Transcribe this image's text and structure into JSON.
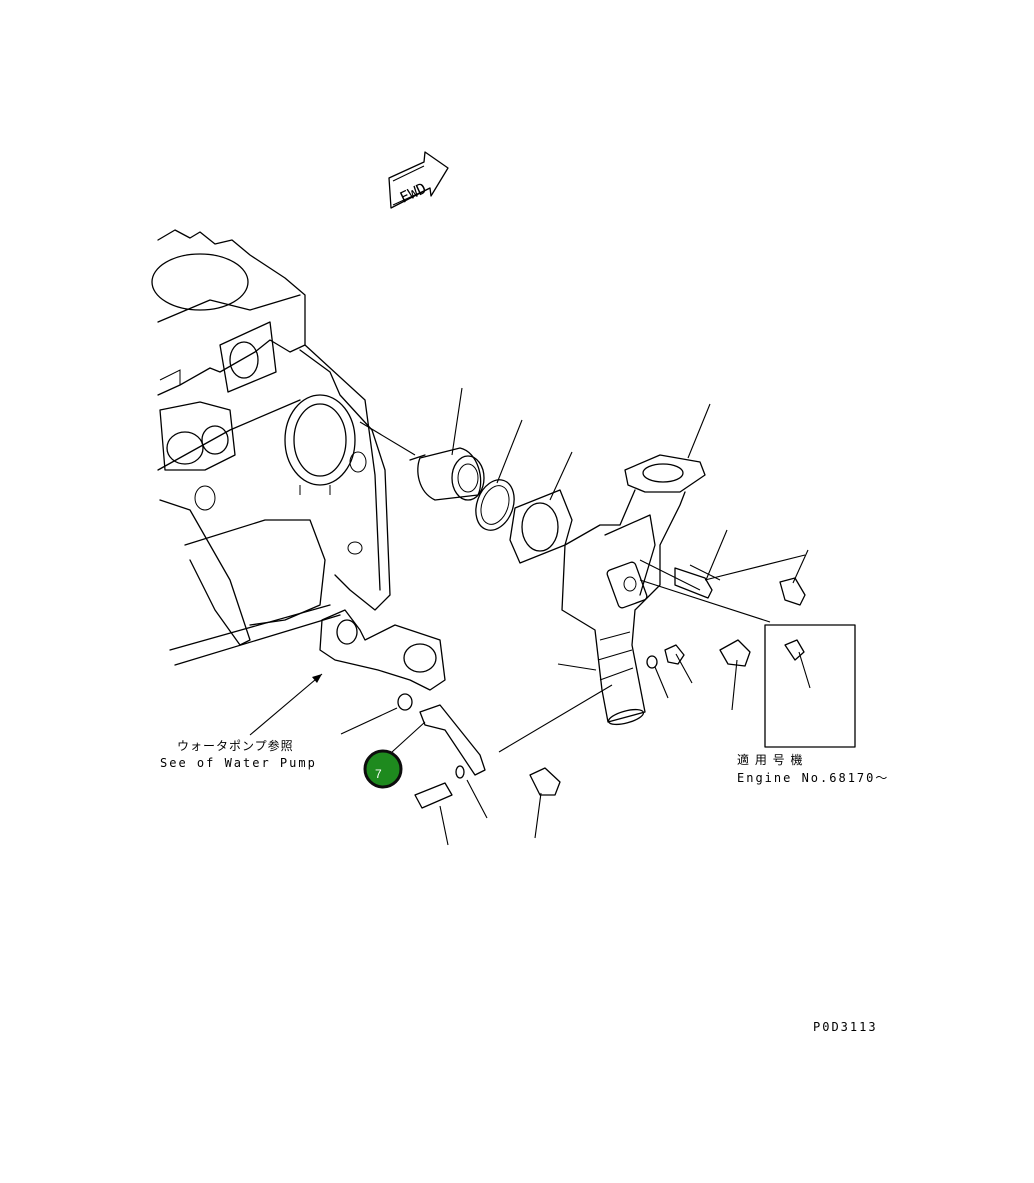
{
  "direction_arrow": {
    "label": "FWD"
  },
  "notes": {
    "water_pump_jp": "ウォータポンプ参照",
    "water_pump_en": "See of Water Pump",
    "applicable_jp": "適 用 号 機",
    "applicable_en": "Engine No.68170～"
  },
  "callout": {
    "number": "7",
    "color": "#1e8a1e",
    "ring": "#0d0d0d"
  },
  "drawing_code": "P0D3113"
}
